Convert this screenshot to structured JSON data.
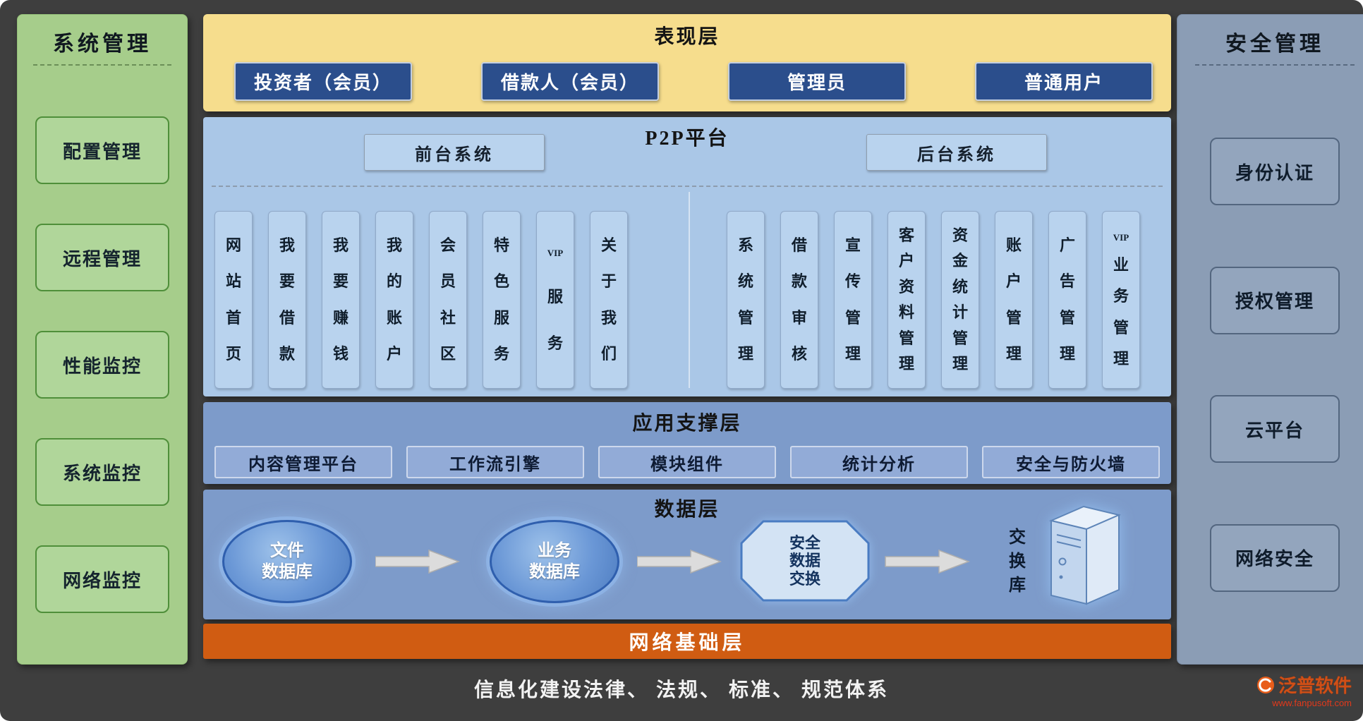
{
  "left_panel": {
    "title": "系统管理",
    "items": [
      "配置管理",
      "远程管理",
      "性能监控",
      "系统监控",
      "网络监控"
    ]
  },
  "right_panel": {
    "title": "安全管理",
    "items": [
      "身份认证",
      "授权管理",
      "云平台",
      "网络安全"
    ]
  },
  "presentation": {
    "title": "表现层",
    "roles": [
      "投资者（会员）",
      "借款人（会员）",
      "管理员",
      "普通用户"
    ]
  },
  "p2p": {
    "title": "P2P平台",
    "front_label": "前台系统",
    "back_label": "后台系统",
    "front_modules": [
      "网站首页",
      "我要借款",
      "我要赚钱",
      "我的账户",
      "会员社区",
      "特色服务",
      "VIP服务",
      "关于我们"
    ],
    "back_modules": [
      "系统管理",
      "借款审核",
      "宣传管理",
      "客户资料管理",
      "资金统计管理",
      "账户管理",
      "广告管理",
      "VIP业务管理"
    ]
  },
  "support": {
    "title": "应用支撑层",
    "items": [
      "内容管理平台",
      "工作流引擎",
      "模块组件",
      "统计分析",
      "安全与防火墙"
    ]
  },
  "data_layer": {
    "title": "数据层",
    "nodes": [
      "文件\n数据库",
      "业务\n数据库",
      "安全\n数据\n交换",
      "交换库"
    ]
  },
  "network": {
    "title": "网络基础层"
  },
  "footer": {
    "text": "信息化建设法律、 法规、 标准、 规范体系"
  },
  "watermark": {
    "brand": "泛普软件",
    "url": "www.fanpusoft.com"
  },
  "colors": {
    "presentation_bg": "#f6dd8d",
    "platform_bg": "#aac7e7",
    "support_bg": "#7d9bca",
    "data_bg": "#7d9bca",
    "network_bg": "#d05c12",
    "left_panel_bg": "#a6cd8b",
    "right_panel_bg": "#8b9db5",
    "role_button_bg": "#2b4e8c",
    "canvas_bg": "#3e3e3e"
  }
}
